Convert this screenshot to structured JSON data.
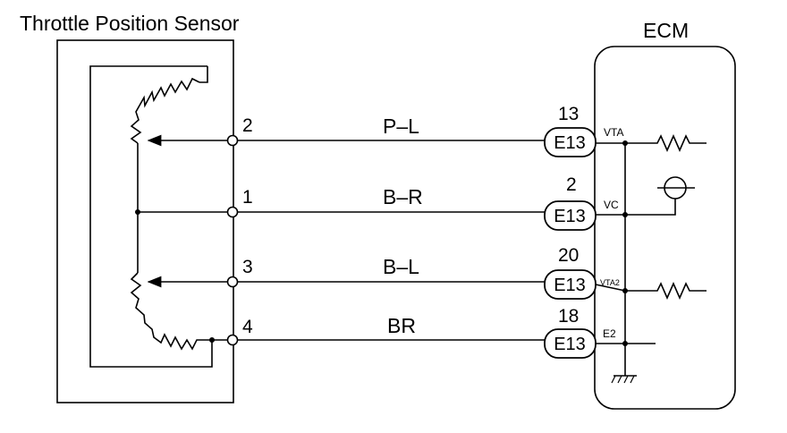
{
  "sensor": {
    "title": "Throttle Position Sensor"
  },
  "ecm": {
    "title": "ECM"
  },
  "connector_code": "E13",
  "circuits": [
    {
      "sensor_pin": "2",
      "wire_color": "P–L",
      "ecm_pin": "13",
      "signal": "VTA"
    },
    {
      "sensor_pin": "1",
      "wire_color": "B–R",
      "ecm_pin": "2",
      "signal": "VC"
    },
    {
      "sensor_pin": "3",
      "wire_color": "B–L",
      "ecm_pin": "20",
      "signal": "VTA2"
    },
    {
      "sensor_pin": "4",
      "wire_color": "BR",
      "ecm_pin": "18",
      "signal": "E2"
    }
  ]
}
